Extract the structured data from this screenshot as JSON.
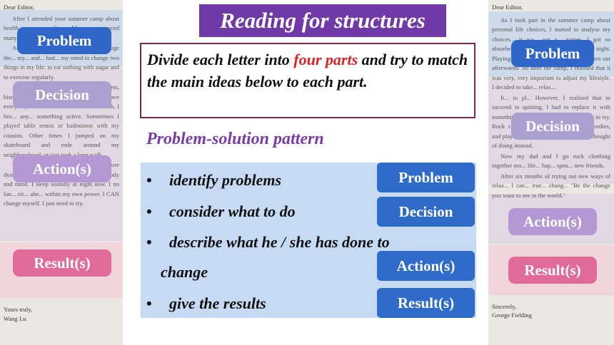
{
  "title": "Reading for structures",
  "instruction": {
    "part1": "Divide each letter into ",
    "highlight": "four parts",
    "part2": " and try to match the main ideas below to each part."
  },
  "subtitle": "Problem-solution pattern",
  "bullets": [
    "identify problems",
    "consider what to do",
    "describe what he / she has done to",
    "change",
    "give the results"
  ],
  "buttons": {
    "problem": "Problem",
    "decision": "Decision",
    "action": "Action(s)",
    "result": "Result(s)"
  },
  "left_labels": {
    "problem": "Problem",
    "decision": "Decision",
    "action": "Action(s)",
    "result": "Result(s)"
  },
  "right_labels": {
    "problem": "Problem",
    "decision": "Decision",
    "action": "Action(s)",
    "result": "Result(s)"
  },
  "left_letter": {
    "greeting": "Dear Editor,",
    "paragraphs": [
      "After I attended your summer camp about health... every... other... Mo... experienced many toothaches, too.",
      "At the end of the camp I heard, \"Change the... my... and... had... my mind to change two things in my life: to eat nothing with sugar and to exercise regularly.",
      "After that I stopped buying all the sweets, biscuits, and sugary drinks that I used to have every day. Whenever I went out with friends, I bro... any... something active. Sometimes I played table tennis or badminton with my cousins. Other times I jumped on my skateboard and rode around my neighbourhood, or just took a long walk.",
      "The results have been fantastic. I feel more dynamic and stronger than ever, in both body and mind. I sleep soundly at night now. I no lon... eit... abe... within my own power. I CAN change myself. I just need to try."
    ],
    "closing": "Yours truly,",
    "signature": "Wang Lu"
  },
  "right_letter": {
    "greeting": "Dear Editor,",
    "paragraphs": [
      "As I took part in the summer camp about personal life choices, I started to analyse my choices... it wa... out a... games. I got so absorbed that I played the games day and night. Playing was fun, but I felt even more worn out afterwards! So after the camp, I realised that it was very, very important to adjust my lifestyle. I decided to take... relax...",
      "It... in pl... However, I realised that to succeed in quitting, I had to replace it with something else. So I thought about what to try. Rock climbing, bowling, watching comedies, and playing basketball were the things I thought of doing instead.",
      "Now my dad and I go rock climbing together mo... life... hap... spen... new friends.",
      "After six months of trying out new ways of relax... I can... true... chang... \"Be the change you want to see in the world.\""
    ],
    "closing": "Sincerely,",
    "signature": "George Fielding"
  },
  "colors": {
    "title_bg": "#6f3aa8",
    "button_bg": "#2f6bc8",
    "panel_bg": "#c6daf4",
    "highlight_red": "#e02020",
    "subtitle": "#7a3aa8"
  }
}
